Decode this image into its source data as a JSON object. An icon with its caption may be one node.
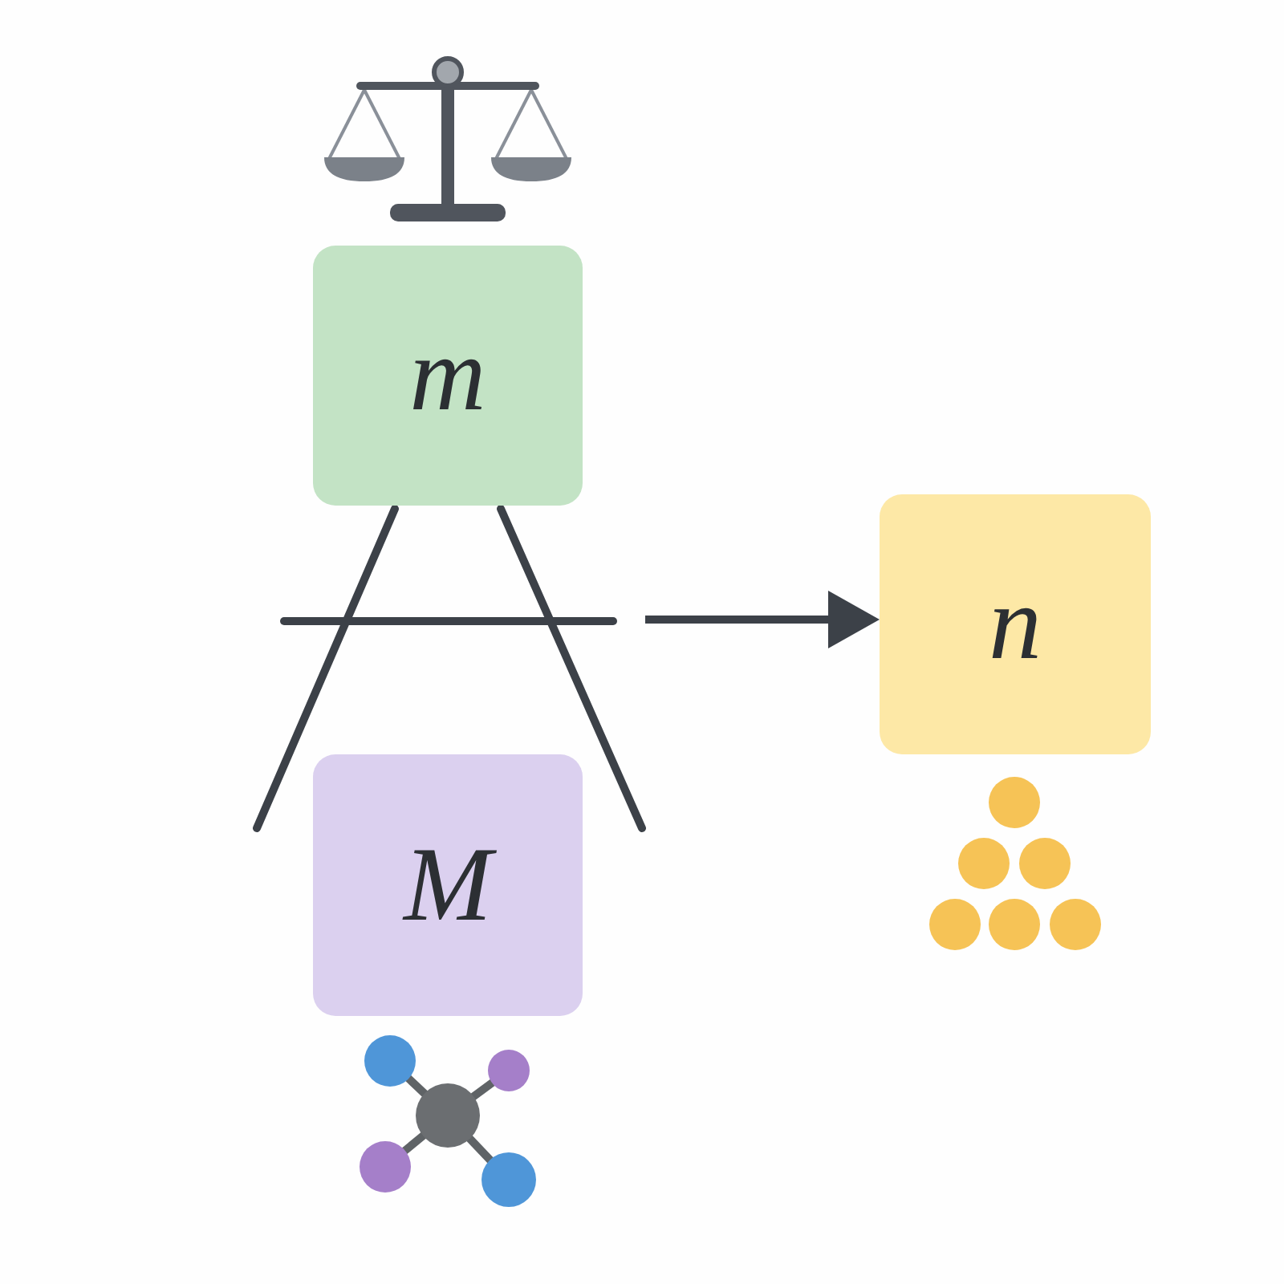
{
  "diagram": {
    "nodes": [
      {
        "text": [
          "m"
        ]
      },
      {
        "text": [
          "M"
        ]
      },
      {
        "text": [
          "n"
        ]
      }
    ],
    "edges": [
      {
        "from": null,
        "to": 2,
        "arrow": "to"
      }
    ]
  }
}
